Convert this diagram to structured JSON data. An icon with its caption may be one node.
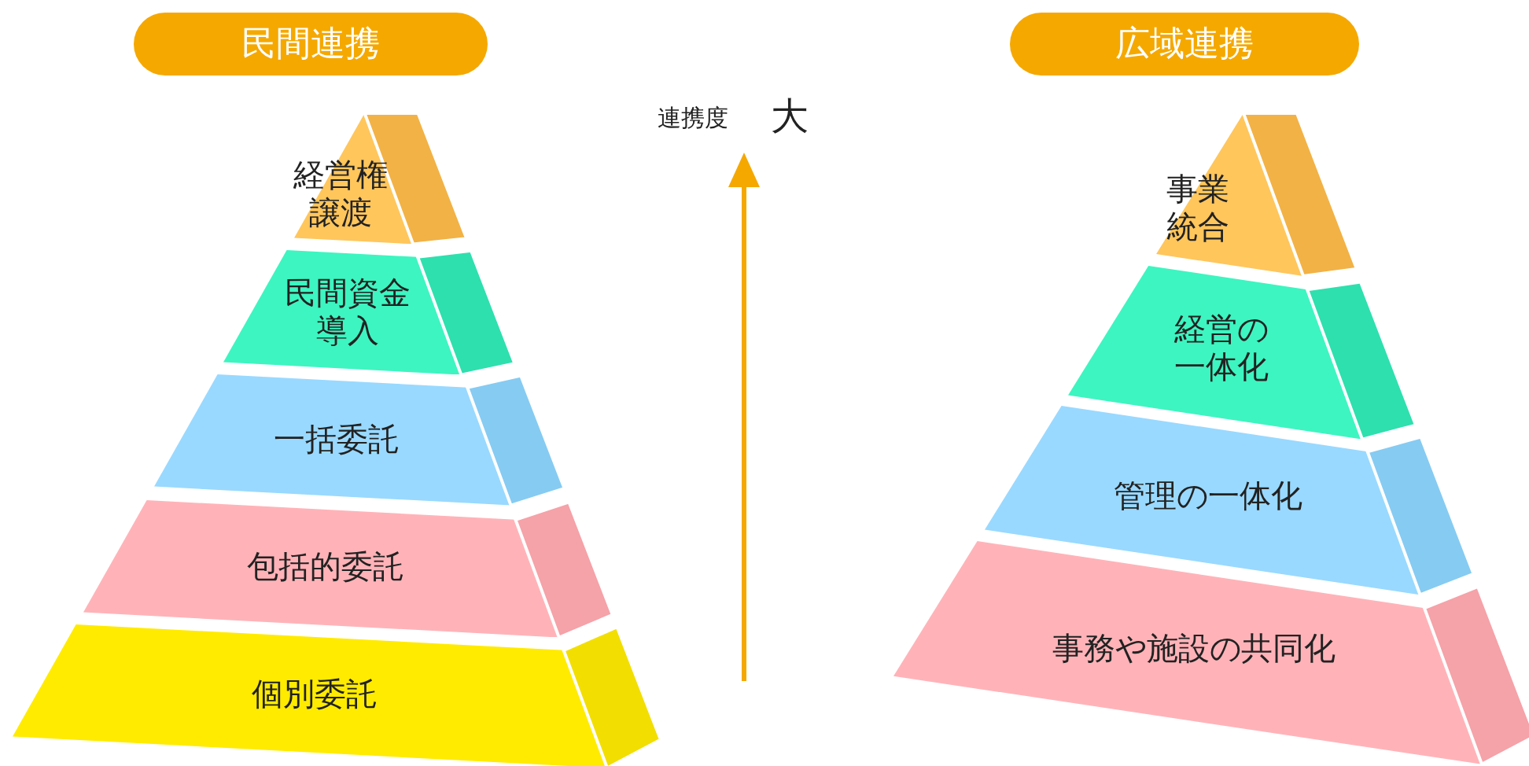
{
  "diagram": {
    "nodes": [
      {
        "text": [
          "民間連携"
        ]
      },
      {
        "text": [
          "経営権譲渡"
        ]
      },
      {
        "text": [
          "民間資金導入"
        ]
      },
      {
        "text": [
          "一括委託"
        ]
      },
      {
        "text": [
          "包括的委託"
        ]
      },
      {
        "text": [
          "個別委託"
        ]
      },
      {
        "text": [
          "広域連携"
        ]
      },
      {
        "text": [
          "事業統合"
        ]
      },
      {
        "text": [
          "経営の一体化"
        ]
      },
      {
        "text": [
          "管理の一体化"
        ]
      },
      {
        "text": [
          "事務や施設の共同化"
        ]
      }
    ],
    "labels": [
      "連携度",
      "大"
    ]
  }
}
